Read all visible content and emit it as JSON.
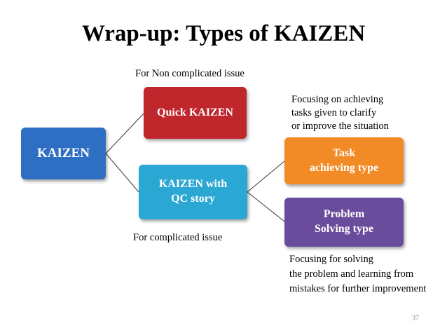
{
  "slide": {
    "title": "Wrap-up: Types of KAIZEN",
    "page_number": "37"
  },
  "nodes": {
    "root": {
      "label": "KAIZEN",
      "color": "#2E6FC4"
    },
    "quick": {
      "label": "Quick KAIZEN",
      "color": "#C0272D"
    },
    "qc_story": {
      "label": "KAIZEN with\nQC story",
      "color": "#2BA7D3"
    },
    "task": {
      "label": "Task\nachieving type",
      "color": "#F28A26"
    },
    "problem": {
      "label": "Problem\nSolving type",
      "color": "#6A4C9C"
    }
  },
  "notes": {
    "non_complicated": "For Non complicated  issue",
    "complicated": "For complicated  issue",
    "task_desc": "Focusing on achieving\ntasks given to  clarify\nor improve the situation",
    "problem_desc": "Focusing for solving\nthe problem and learning from\nmistakes for further improvement"
  }
}
